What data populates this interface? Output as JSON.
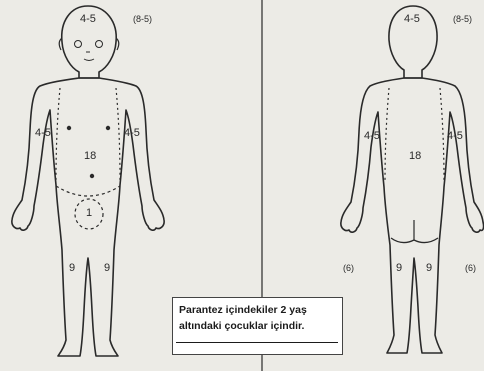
{
  "front": {
    "head": "4-5",
    "head_child": "(8-5)",
    "arm_right": "4-5",
    "arm_left": "4-5",
    "trunk": "18",
    "genital": "1",
    "leg_right": "9",
    "leg_left": "9"
  },
  "back": {
    "head": "4-5",
    "head_child": "(8-5)",
    "arm_right": "4-5",
    "arm_left": "4-5",
    "trunk": "18",
    "leg_right": "9",
    "leg_left": "9",
    "leg_right_child": "(6)",
    "leg_left_child": "(6)"
  },
  "caption": {
    "line1": "Parantez içindekiler 2 yaş",
    "line2": "altındaki çocuklar içindir."
  }
}
